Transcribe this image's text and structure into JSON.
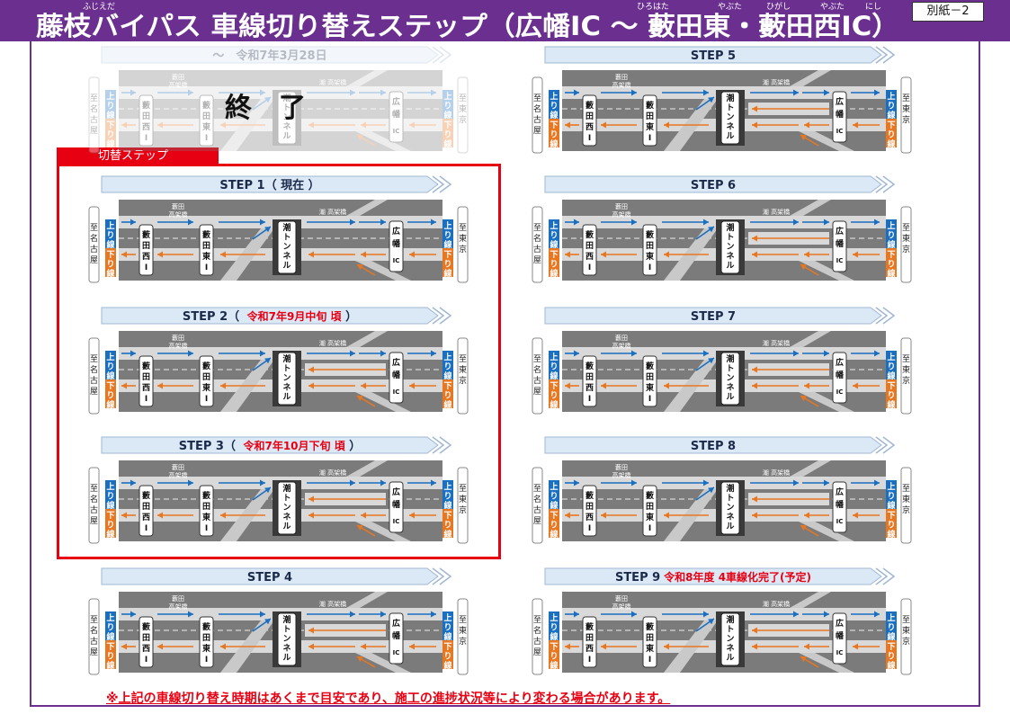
{
  "header": {
    "title": "藤枝バイパス 車線切り替えステップ（広幡IC ～ 藪田東・藪田西IC）",
    "ruby": [
      "ふじえだ",
      "ひろはた",
      "やぶた",
      "ひがし",
      "やぶた",
      "にし"
    ],
    "annex": "別紙－2"
  },
  "colors": {
    "header": "#6a2f8f",
    "up": "#1a6fc0",
    "down": "#e87722",
    "accent": "#e60012"
  },
  "steps_tab": "切替ステップ",
  "completed_overlay": "終　了",
  "map_labels": {
    "to_west": "至名古屋",
    "to_east": "至東京",
    "up_line": "上り線",
    "down_line": "下り線",
    "yabuta_west": "藪田西",
    "yabuta_east": "藪田東",
    "ic": "IC",
    "hirohata": "広幡",
    "tunnel": "潮トンネル",
    "yabuta_bridge": [
      "藪田",
      "高架橋"
    ],
    "ushio_bridge": "潮 高架橋"
  },
  "panels": [
    {
      "id": "past",
      "label": "～　令和7年3月28日",
      "date": "",
      "faded": true
    },
    {
      "id": "s1",
      "label": "STEP 1（ 現在 ）",
      "date": "",
      "faded": false
    },
    {
      "id": "s2",
      "label": "STEP 2（ ",
      "date": "令和7年9月中旬 頃",
      "suffix": " ）",
      "faded": false
    },
    {
      "id": "s3",
      "label": "STEP 3（ ",
      "date": "令和7年10月下旬 頃",
      "suffix": " ）",
      "faded": false
    },
    {
      "id": "s4",
      "label": "STEP 4",
      "date": "",
      "faded": false
    },
    {
      "id": "s5",
      "label": "STEP 5",
      "date": "",
      "faded": false
    },
    {
      "id": "s6",
      "label": "STEP 6",
      "date": "",
      "faded": false
    },
    {
      "id": "s7",
      "label": "STEP 7",
      "date": "",
      "faded": false
    },
    {
      "id": "s8",
      "label": "STEP 8",
      "date": "",
      "faded": false
    },
    {
      "id": "s9",
      "label": "STEP 9",
      "date": "令和8年度 4車線化完了(予定)",
      "faded": false
    }
  ],
  "footnote": "※上記の車線切り替え時期はあくまで目安であり、施工の進捗状況等により変わる場合があります。"
}
